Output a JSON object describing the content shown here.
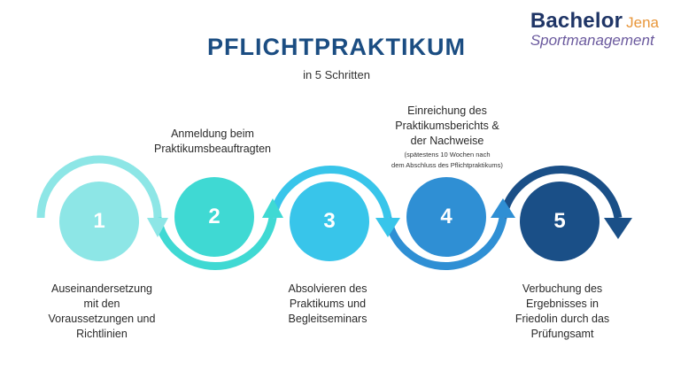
{
  "header": {
    "title": "PFLICHTPRAKTIKUM",
    "subtitle": "in 5 Schritten"
  },
  "logo": {
    "main": "Bachelor",
    "sub1": "Jena",
    "sub2": "Sportmanagement"
  },
  "colors": {
    "step1": "#8de6e6",
    "step2": "#3fd9d3",
    "step3": "#38c5ea",
    "step4": "#2f8fd4",
    "step5": "#1a4f87",
    "title": "#1b4d82"
  },
  "steps": [
    {
      "number": "1",
      "label_lines": [
        "Auseinandersetzung",
        "mit den",
        "Voraussetzungen und",
        "Richtlinien"
      ]
    },
    {
      "number": "2",
      "label_lines": [
        "Anmeldung beim",
        "Praktikumsbeauftragten"
      ]
    },
    {
      "number": "3",
      "label_lines": [
        "Absolvieren des",
        "Praktikums und",
        "Begleitseminars"
      ]
    },
    {
      "number": "4",
      "label_lines": [
        "Einreichung des",
        "Praktikumsberichts &",
        "der Nachweise"
      ],
      "note_lines": [
        "(spätestens 10 Wochen nach",
        "dem Abschluss des Pflichtpraktikums)"
      ]
    },
    {
      "number": "5",
      "label_lines": [
        "Verbuchung des",
        "Ergebnisses in",
        "Friedolin durch das",
        "Prüfungsamt"
      ]
    }
  ]
}
